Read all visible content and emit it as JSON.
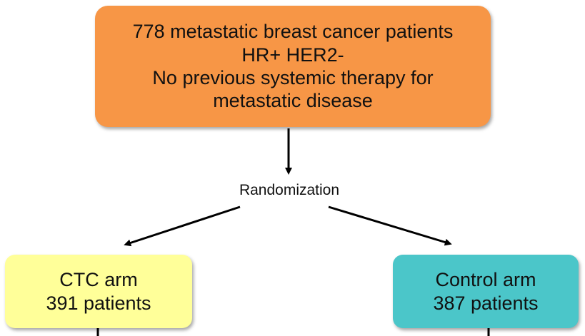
{
  "top_box": {
    "lines": [
      "778 metastatic breast cancer patients",
      "HR+ HER2-",
      "No previous systemic therapy for",
      "metastatic disease"
    ],
    "color": "#f79646"
  },
  "randomization": {
    "label": "Randomization"
  },
  "ctc_arm": {
    "lines": [
      "CTC arm",
      "391 patients"
    ],
    "color": "#ffff99"
  },
  "control_arm": {
    "lines": [
      "Control arm",
      "387 patients"
    ],
    "color": "#4bc6c9"
  },
  "edges": [
    {
      "from": "top_box",
      "to": "randomization"
    },
    {
      "from": "randomization",
      "to": "ctc_arm"
    },
    {
      "from": "randomization",
      "to": "control_arm"
    }
  ]
}
